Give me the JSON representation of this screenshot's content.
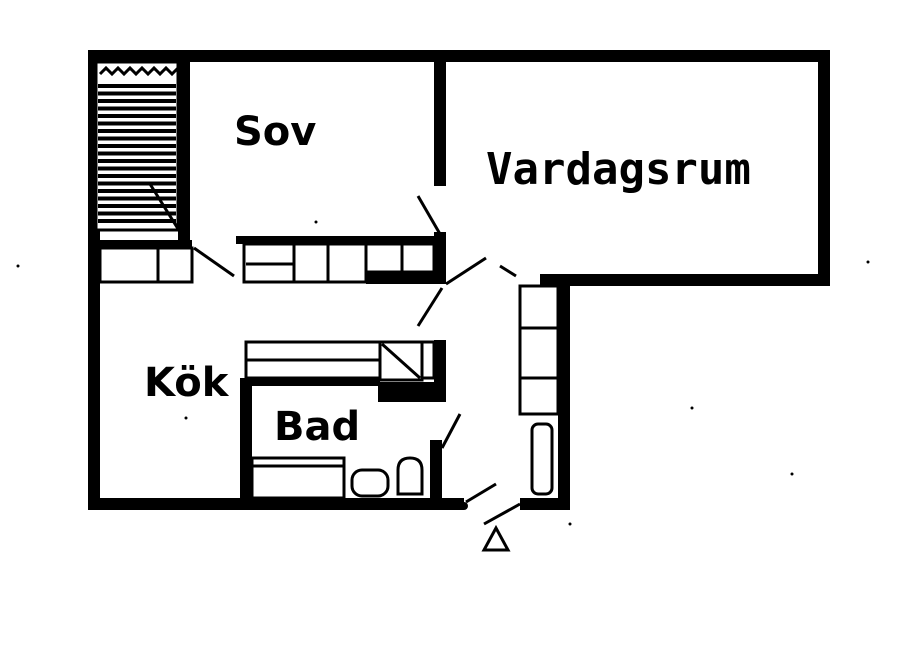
{
  "rooms": {
    "sov": "Sov",
    "vardagsrum": "Vardagsrum",
    "kok": "Kök",
    "bad": "Bad"
  },
  "entrance_icon": "triangle-entrance-icon",
  "colors": {
    "ink": "#000000",
    "paper": "#ffffff"
  }
}
